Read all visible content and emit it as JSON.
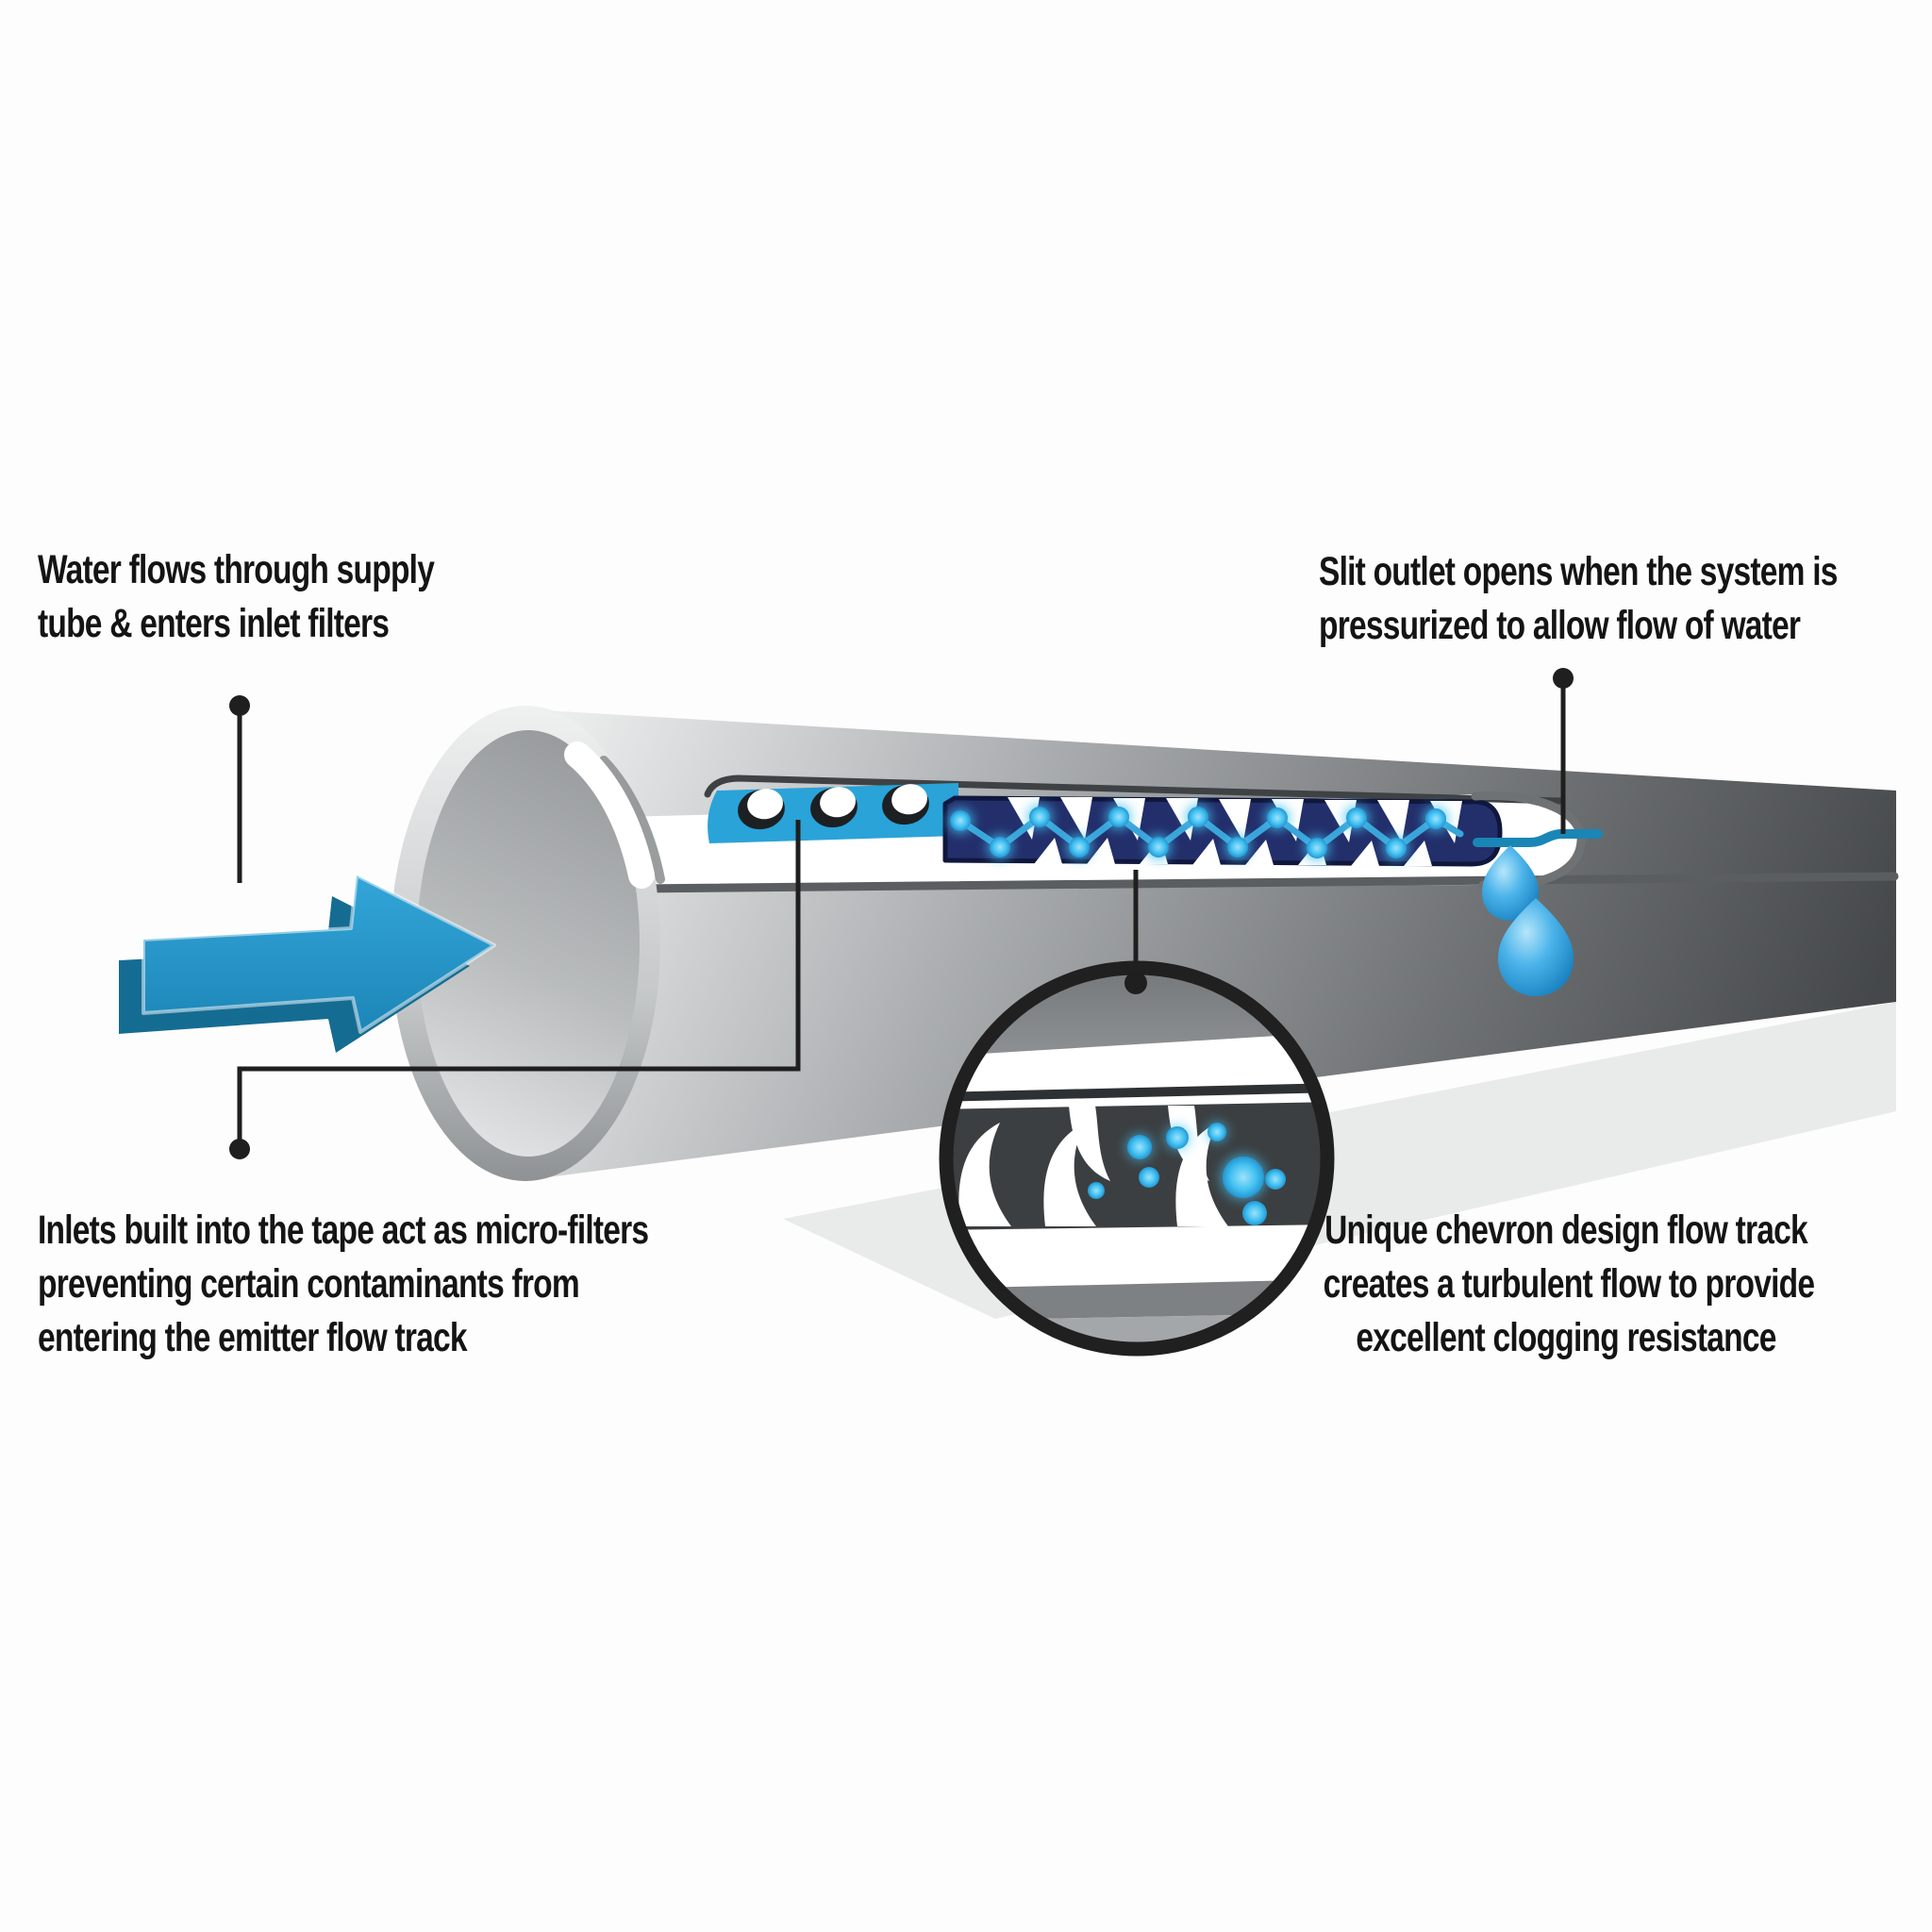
{
  "page": {
    "background": "#fdfdfd",
    "description": "Cross-section diagram of drip irrigation tape showing supply flow, inlet micro-filters, chevron emitter flow track and slit outlet"
  },
  "labels": {
    "supply": {
      "lines": [
        "Water flows through supply",
        "tube & enters inlet filters"
      ]
    },
    "slit_outlet": {
      "lines": [
        "Slit outlet opens when the system is",
        "pressurized to allow flow of water"
      ]
    },
    "inlets": {
      "lines": [
        "Inlets built into the tape act as micro-filters",
        "preventing certain contaminants from",
        "entering the emitter flow track"
      ]
    },
    "chevron": {
      "lines": [
        "Unique chevron design flow track",
        "creates a turbulent flow to provide",
        "excellent clogging resistance"
      ]
    }
  },
  "colors": {
    "arrow_blue": "#2196c9",
    "arrow_blue_dark": "#156c92",
    "strip_blue": "#2aa3d8",
    "track_navy": "#232f6b",
    "track_outline": "#10173d",
    "glow_blue": "#45c2f2",
    "slit_blue": "#1a86b6",
    "droplet_blue": "#2196d8",
    "leader_black": "#1f1f1f",
    "tube_gray_light": "#e9ebec",
    "tube_gray_dark": "#45484a",
    "shadow_gray": "#e9ebeb",
    "text_color": "#141414"
  }
}
